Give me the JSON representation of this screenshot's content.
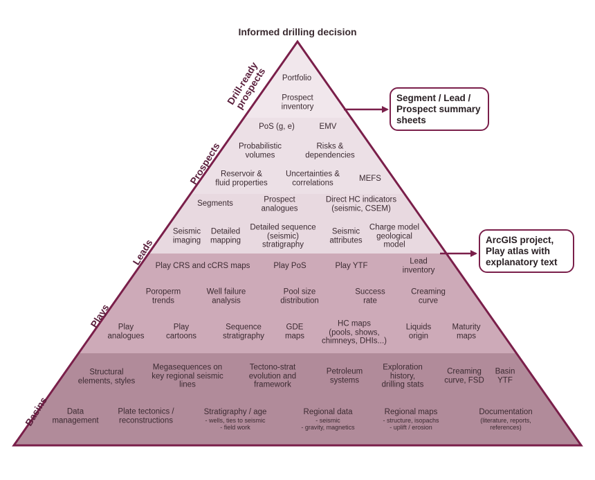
{
  "title": "Informed drilling decision",
  "colors": {
    "drill_ready": "#f1e7ec",
    "prospects": "#ece0e6",
    "leads": "#e6d7de",
    "plays": "#cdaab8",
    "basins": "#b18b9a",
    "outline": "#7a1f4a",
    "side_label": "#5a1f3c"
  },
  "side_labels": {
    "drill_ready": "Drill-ready\nprospects",
    "prospects": "Prospects",
    "leads": "Leads",
    "plays": "Plays",
    "basins": "Basins"
  },
  "callouts": {
    "summary_sheets": "Segment / Lead /\nProspect summary\nsheets",
    "arcgis": "ArcGIS project,\nPlay atlas with\nexplanatory text"
  },
  "pyramid": {
    "drill_ready": {
      "portfolio": "Portfolio",
      "prospect_inventory": "Prospect\ninventory"
    },
    "prospects": {
      "pos": "PoS (g, e)",
      "emv": "EMV",
      "probabilistic_volumes": "Probabilistic\nvolumes",
      "risks_dependencies": "Risks &\ndependencies",
      "reservoir_fluid": "Reservoir &\nfluid properties",
      "uncertainties": "Uncertainties &\ncorrelations",
      "mefs": "MEFS"
    },
    "leads": {
      "segments": "Segments",
      "prospect_analogues": "Prospect\nanalogues",
      "direct_hc": "Direct HC indicators\n(seismic, CSEM)",
      "seismic_imaging": "Seismic\nimaging",
      "detailed_mapping": "Detailed\nmapping",
      "detailed_sequence": "Detailed sequence\n(seismic)\nstratigraphy",
      "seismic_attributes": "Seismic\nattributes",
      "charge_model": "Charge model\ngeological\nmodel"
    },
    "plays": {
      "play_crs": "Play CRS and cCRS maps",
      "play_pos": "Play PoS",
      "play_ytf": "Play YTF",
      "lead_inventory": "Lead\ninventory",
      "poroperm": "Poroperm\ntrends",
      "well_failure": "Well failure\nanalysis",
      "pool_size": "Pool size\ndistribution",
      "success_rate": "Success\nrate",
      "creaming_curve": "Creaming\ncurve",
      "play_analogues": "Play\nanalogues",
      "play_cartoons": "Play\ncartoons",
      "sequence_strat": "Sequence\nstratigraphy",
      "gde_maps": "GDE\nmaps",
      "hc_maps": "HC maps\n(pools, shows,\nchimneys, DHIs...)",
      "liquids_origin": "Liquids\norigin",
      "maturity_maps": "Maturity\nmaps"
    },
    "basins": {
      "structural": "Structural\nelements, styles",
      "megasequences": "Megasequences on\nkey regional seismic\nlines",
      "tectono_strat": "Tectono-strat\nevolution and\nframework",
      "petroleum_systems": "Petroleum\nsystems",
      "exploration_history": "Exploration\nhistory,\ndrilling stats",
      "creaming_fsd": "Creaming\ncurve, FSD",
      "basin_ytf": "Basin\nYTF",
      "data_management": "Data\nmanagement",
      "plate_tectonics": "Plate tectonics /\nreconstructions",
      "stratigraphy_age": "Stratigraphy / age",
      "stratigraphy_age_sub": "- wells, ties to seismic\n- field work",
      "regional_data": "Regional data",
      "regional_data_sub": "- seismic\n- gravity, magnetics",
      "regional_maps": "Regional maps",
      "regional_maps_sub": "- structure, isopachs\n- uplift / erosion",
      "documentation": "Documentation",
      "documentation_sub": "(literature, reports,\nreferences)"
    }
  }
}
